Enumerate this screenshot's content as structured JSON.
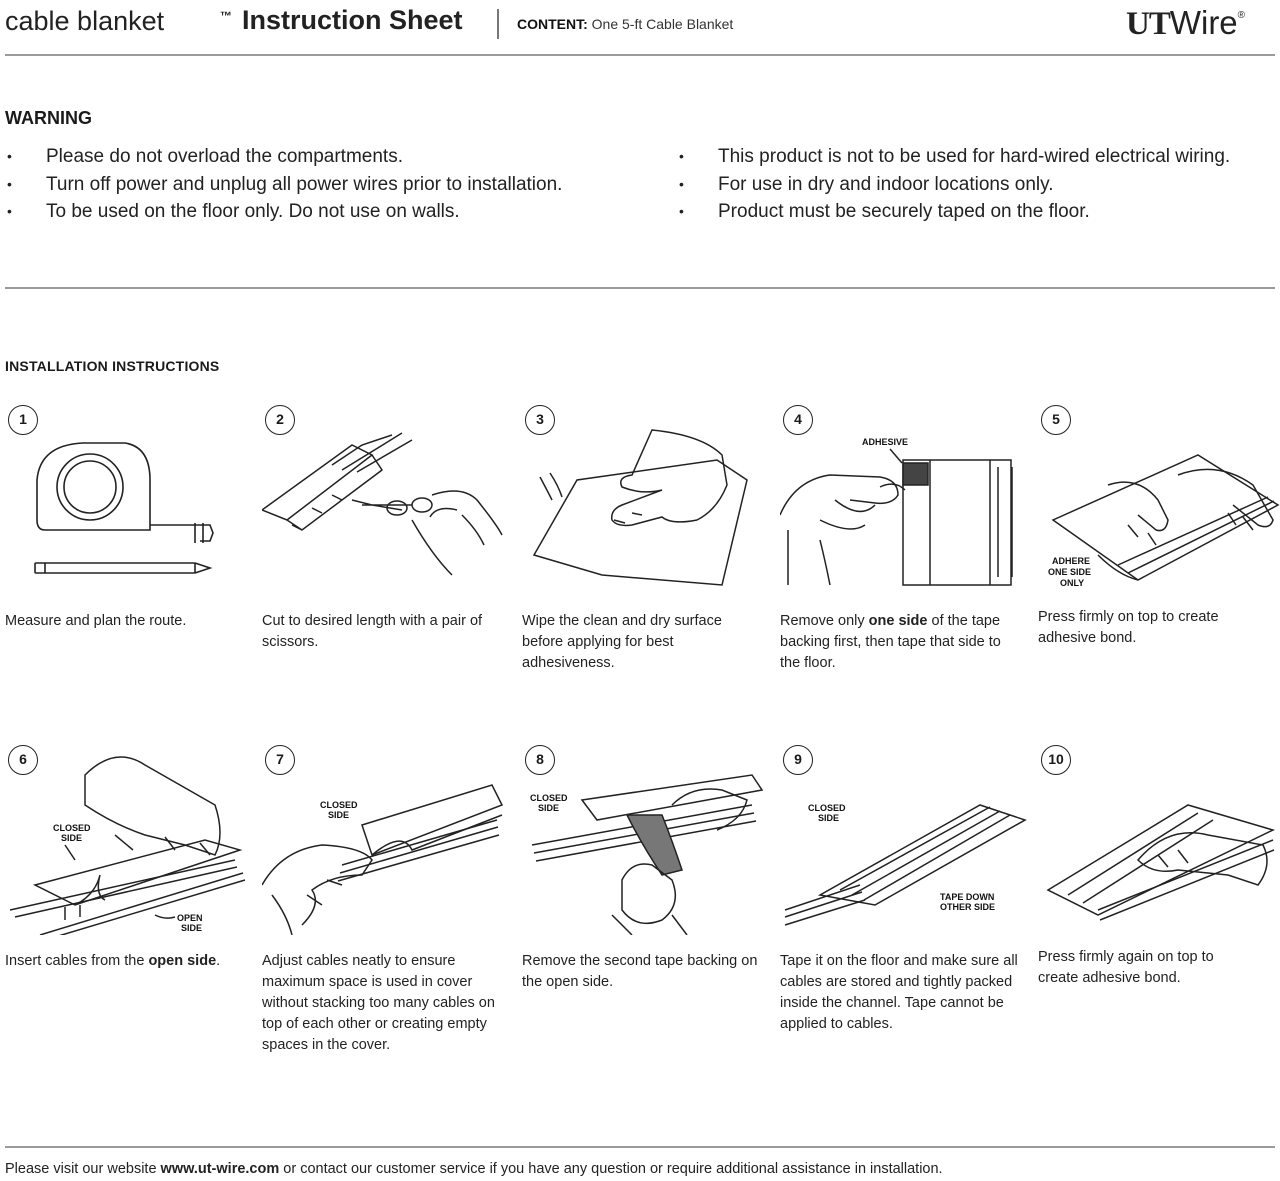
{
  "header": {
    "product": "cable blanket",
    "trademark": "™",
    "title": "Instruction Sheet",
    "content_label": "CONTENT:",
    "content_value": "One 5-ft Cable Blanket",
    "logo_ut": "UT",
    "logo_wire": "Wire",
    "logo_reg": "®"
  },
  "warning": {
    "title": "WARNING",
    "left": [
      "Please do not overload the compartments.",
      "Turn off power and unplug all power wires prior to installation.",
      "To be used on the floor only. Do not use on walls."
    ],
    "right": [
      "This product is not to be used for hard-wired electrical wiring.",
      "For use in dry and indoor locations only.",
      "Product must be securely taped on the floor."
    ]
  },
  "installation": {
    "title": "INSTALLATION INSTRUCTIONS",
    "steps": [
      {
        "num": "1",
        "pre": "Measure and plan the route.",
        "bold": "",
        "post": ""
      },
      {
        "num": "2",
        "pre": "Cut to desired length with a pair of scissors.",
        "bold": "",
        "post": ""
      },
      {
        "num": "3",
        "pre": "Wipe the clean and dry surface before applying for best adhesiveness.",
        "bold": "",
        "post": ""
      },
      {
        "num": "4",
        "pre": "Remove only ",
        "bold": "one side",
        "post": " of the tape backing first, then tape that side to the floor.",
        "labels": [
          "ADHESIVE"
        ]
      },
      {
        "num": "5",
        "pre": "Press firmly on top to create adhesive bond.",
        "bold": "",
        "post": "",
        "labels": [
          "ADHERE",
          "ONE SIDE",
          "ONLY"
        ]
      },
      {
        "num": "6",
        "pre": "Insert cables from the ",
        "bold": "open side",
        "post": ".",
        "labels": [
          "CLOSED",
          "SIDE",
          "OPEN",
          "SIDE"
        ]
      },
      {
        "num": "7",
        "pre": "Adjust cables neatly to ensure maximum space is used in cover without stacking too many cables on top of each other or creating empty spaces in the cover.",
        "bold": "",
        "post": "",
        "labels": [
          "CLOSED",
          "SIDE"
        ]
      },
      {
        "num": "8",
        "pre": "Remove the second tape backing on the open side.",
        "bold": "",
        "post": "",
        "labels": [
          "CLOSED",
          "SIDE"
        ]
      },
      {
        "num": "9",
        "pre": "Tape it on the floor and make sure all cables are stored and tightly packed inside the channel. Tape cannot be applied to cables.",
        "bold": "",
        "post": "",
        "labels": [
          "CLOSED",
          "SIDE",
          "TAPE DOWN",
          "OTHER SIDE"
        ]
      },
      {
        "num": "10",
        "pre": "Press firmly again on top to create adhesive bond.",
        "bold": "",
        "post": ""
      }
    ]
  },
  "footer": {
    "pre": "Please visit our website ",
    "url": "www.ut-wire.com",
    "post": " or contact our customer service if you have any question or require additional assistance in installation."
  }
}
